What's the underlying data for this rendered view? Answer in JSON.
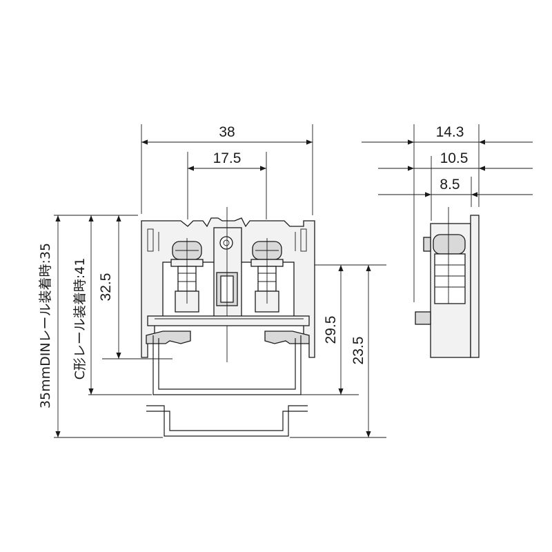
{
  "dimensions": {
    "front_width": "38",
    "terminal_pitch": "17.5",
    "height_upper": "32.5",
    "height_from_rail": "29.5",
    "height_total": "23.5",
    "side_width": "14.3",
    "side_mid": "10.5",
    "side_inner": "8.5"
  },
  "labels": {
    "din_rail": "35mmDINレール装着時:35",
    "c_rail": "C形レール装着時:41"
  }
}
